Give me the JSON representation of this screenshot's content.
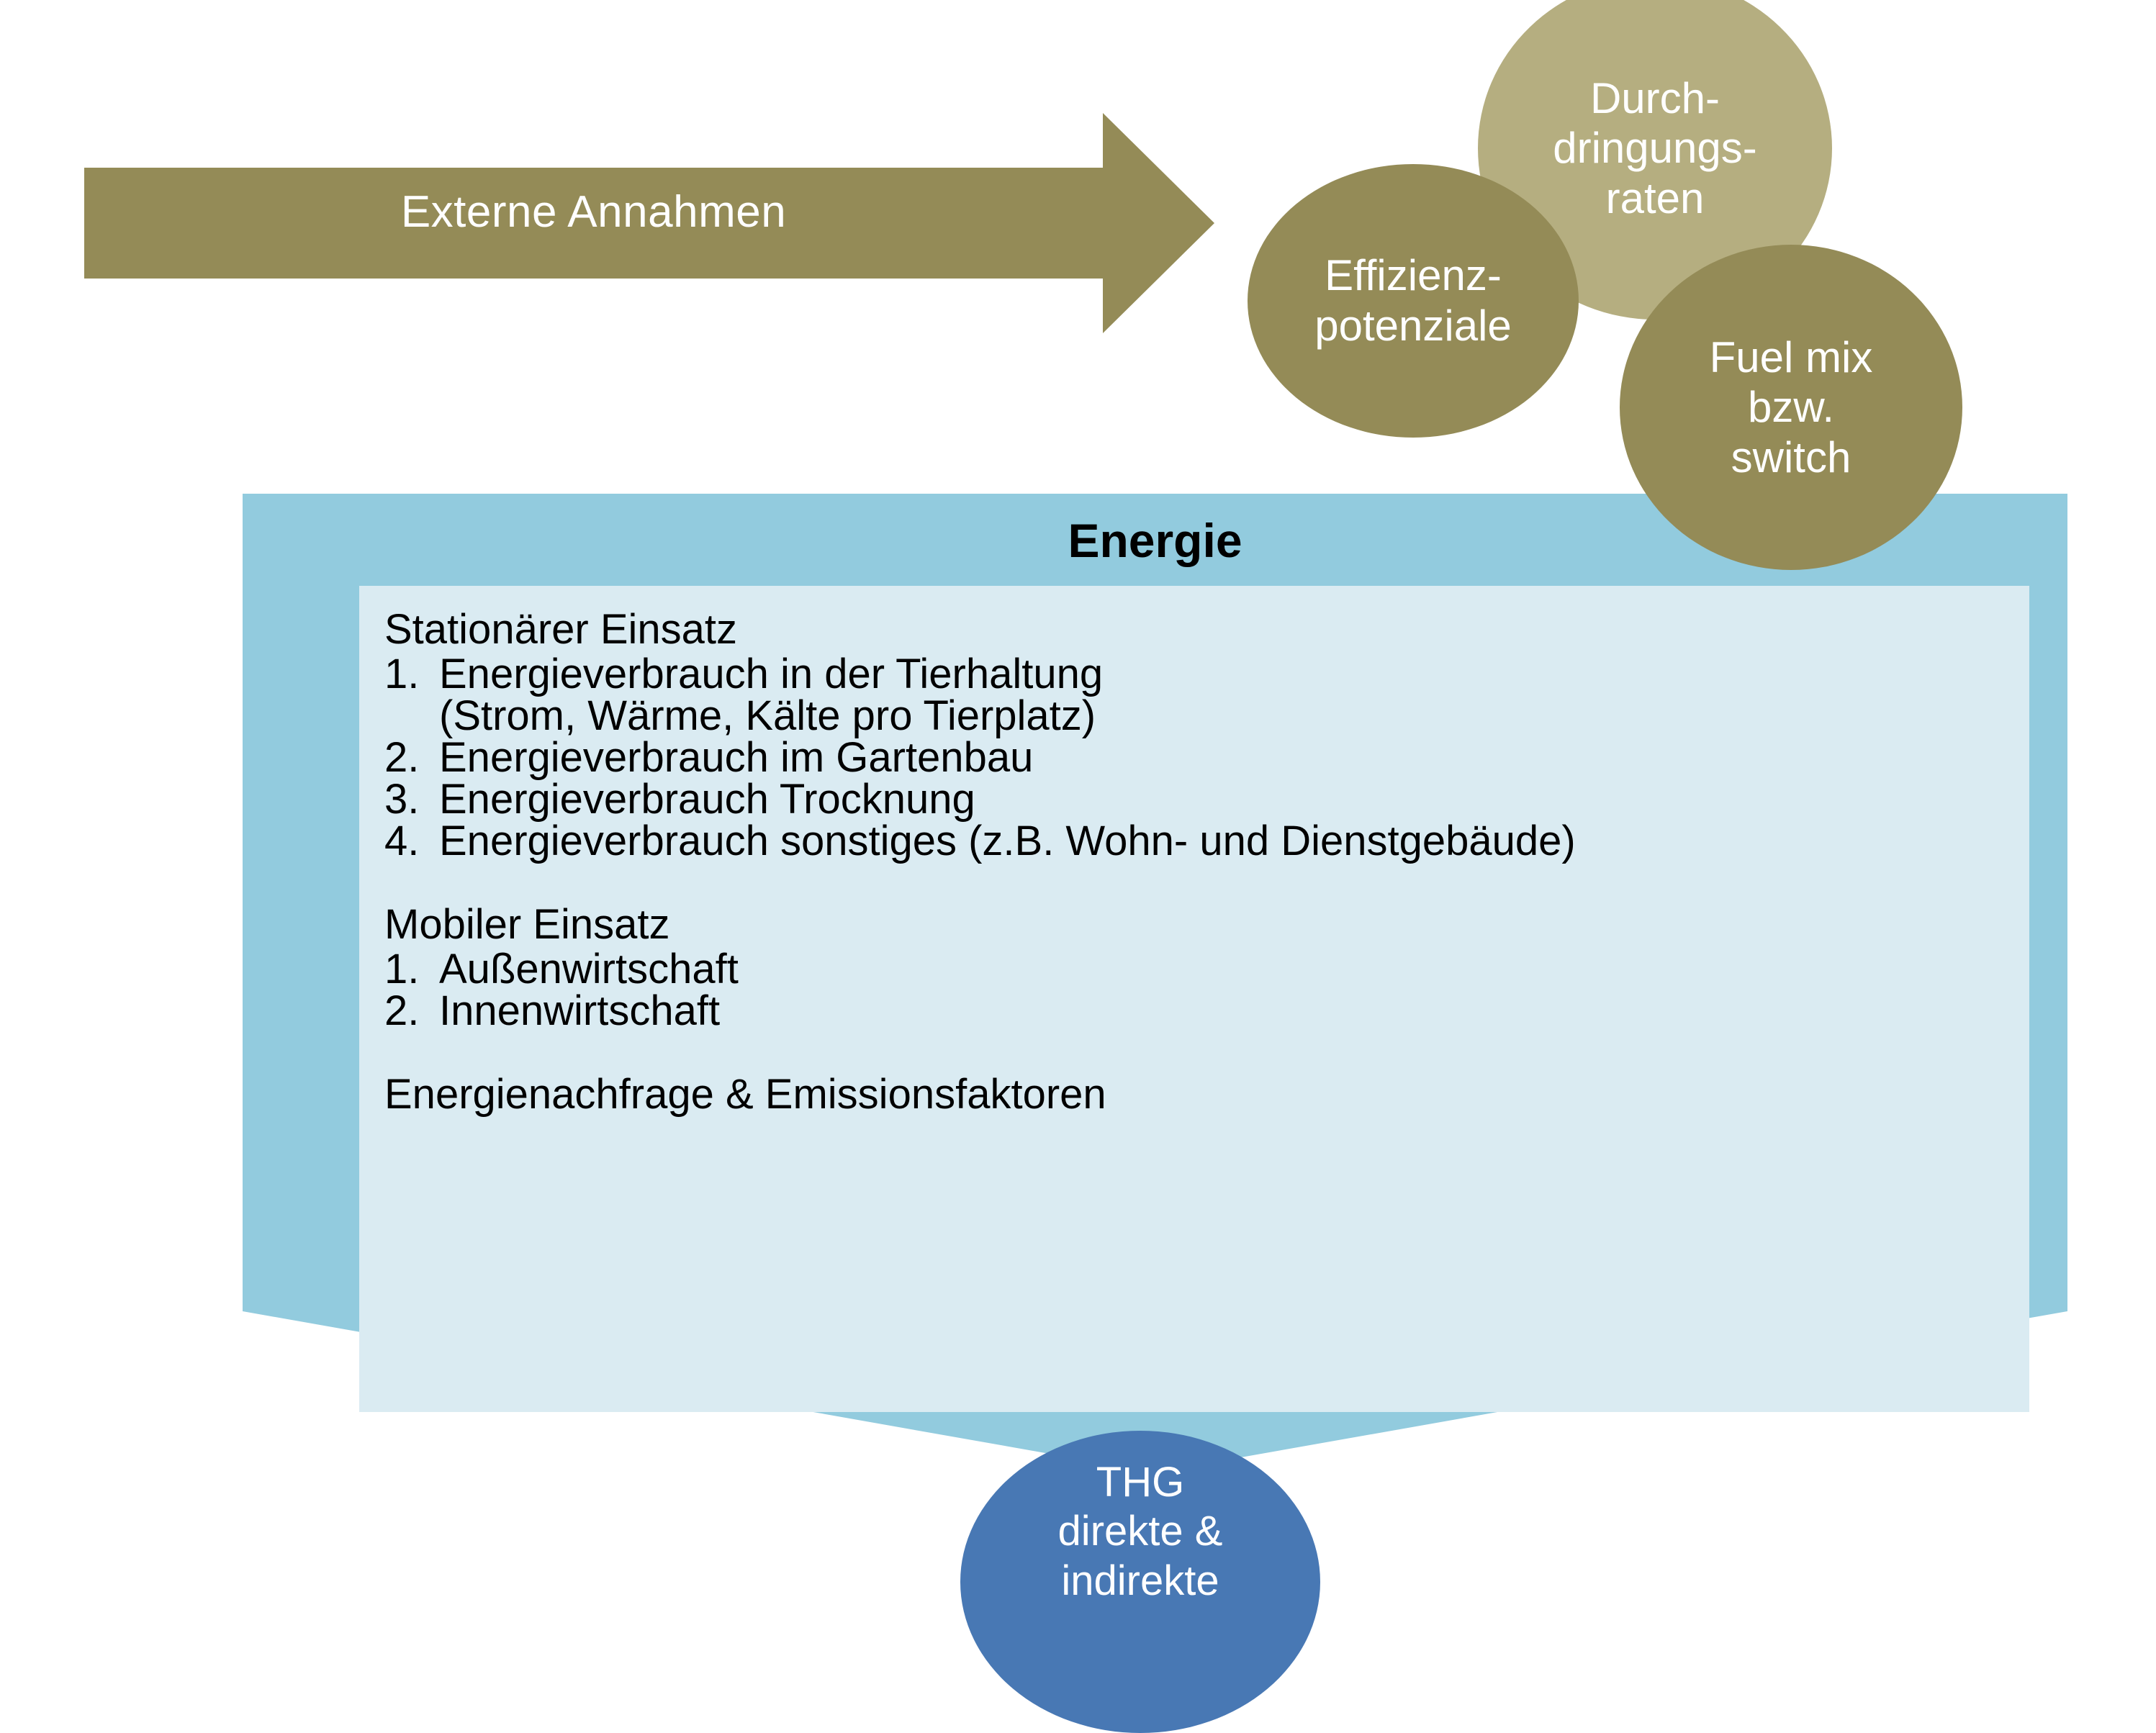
{
  "arrow": {
    "label": "Externe Annahmen",
    "color": "#948B57"
  },
  "drivers": [
    {
      "id": "effizienz",
      "lines": [
        "Effizienz-",
        "potenziale"
      ],
      "color": "#948B57"
    },
    {
      "id": "durchdringung",
      "lines": [
        "Durch-",
        "dringungs-",
        "raten"
      ],
      "color": "#B5AE80"
    },
    {
      "id": "fuelmix",
      "lines": [
        "Fuel mix",
        "bzw.",
        "switch"
      ],
      "color": "#948B57"
    }
  ],
  "energie": {
    "title": "Energie",
    "outer_color": "#92CBDE",
    "inner_color": "#DAEBF2",
    "stationaer": {
      "heading": "Stationärer Einsatz",
      "items": [
        {
          "num": "1.",
          "text": "Energieverbrauch in der Tierhaltung",
          "cont": "(Strom, Wärme, Kälte pro Tierplatz)"
        },
        {
          "num": "2.",
          "text": "Energieverbrauch im Gartenbau",
          "cont": ""
        },
        {
          "num": "3.",
          "text": "Energieverbrauch Trocknung",
          "cont": ""
        },
        {
          "num": "4.",
          "text": "Energieverbrauch sonstiges (z.B. Wohn- und Dienstgebäude)",
          "cont": ""
        }
      ]
    },
    "mobil": {
      "heading": "Mobiler Einsatz",
      "items": [
        {
          "num": "1.",
          "text": "Außenwirtschaft",
          "cont": ""
        },
        {
          "num": "2.",
          "text": "Innenwirtschaft",
          "cont": ""
        }
      ]
    },
    "footer": "Energienachfrage & Emissionsfaktoren"
  },
  "output": {
    "lines": [
      "THG",
      "direkte &",
      "indirekte"
    ],
    "color": "#4878B4"
  }
}
